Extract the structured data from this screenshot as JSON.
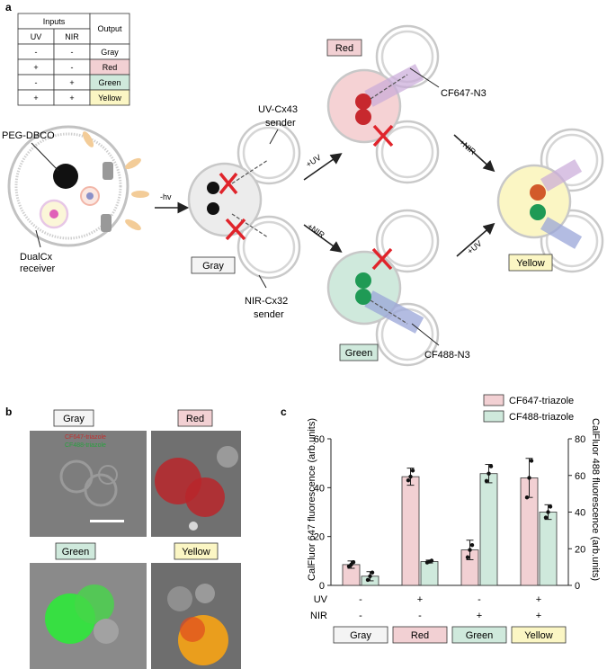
{
  "panels": {
    "a": "a",
    "b": "b",
    "c": "c"
  },
  "truth_table": {
    "header_inputs": "Inputs",
    "header_output": "Output",
    "col_uv": "UV",
    "col_nir": "NIR",
    "rows": [
      {
        "uv": "-",
        "nir": "-",
        "out": "Gray",
        "color": "#ffffff"
      },
      {
        "uv": "+",
        "nir": "-",
        "out": "Red",
        "color": "#f2d0d3"
      },
      {
        "uv": "-",
        "nir": "+",
        "out": "Green",
        "color": "#cfe9dc"
      },
      {
        "uv": "+",
        "nir": "+",
        "out": "Yellow",
        "color": "#fbf6c4"
      }
    ]
  },
  "schematic": {
    "peg_label": "PEG-DBCO",
    "receiver_label_1": "DualCx",
    "receiver_label_2": "receiver",
    "arrow_hv": "-hv",
    "uv_sender_1": "UV-Cx43",
    "uv_sender_2": "sender",
    "nir_sender_1": "NIR-Cx32",
    "nir_sender_2": "sender",
    "arrow_uv": "+UV",
    "arrow_nir": "+NIR",
    "arrow_nir2": "+NIR",
    "arrow_uv2": "+UV",
    "cf647": "CF647-N3",
    "cf488": "CF488-N3",
    "state_gray": "Gray",
    "state_red": "Red",
    "state_green": "Green",
    "state_yellow": "Yellow"
  },
  "micrographs": {
    "gray": "Gray",
    "red": "Red",
    "green": "Green",
    "yellow": "Yellow",
    "legend_1": "CF647-triazole",
    "legend_2": "CF488-triazole"
  },
  "colors": {
    "red_fill": "#f2d0d3",
    "green_fill": "#cfe9dc",
    "yellow_fill": "#fbf6c4",
    "cross": "#e0242b",
    "cf647_beam": "#c9a9d8",
    "cf488_beam": "#9aa6d8"
  },
  "chart_data": {
    "type": "bar",
    "categories": [
      "Gray",
      "Red",
      "Green",
      "Yellow"
    ],
    "uv_row_label": "UV",
    "nir_row_label": "NIR",
    "uv": [
      "-",
      "+",
      "-",
      "+"
    ],
    "nir": [
      "-",
      "-",
      "+",
      "+"
    ],
    "ylabel_left": "CalFluor 647 fluorescence (arb.units)",
    "ylabel_right": "CalFluor 488 fluorescence  (arb.units)",
    "ylim_left": [
      0,
      60
    ],
    "ylim_right": [
      0,
      80
    ],
    "yticks_left": [
      "0",
      "20",
      "40",
      "60"
    ],
    "yticks_right": [
      "0",
      "20",
      "40",
      "60",
      "80"
    ],
    "legend": "top-right",
    "series": [
      {
        "name": "CF647-triazole",
        "axis": "left",
        "color": "#f2d0d3",
        "values": [
          8.5,
          44.5,
          14.5,
          44
        ],
        "errors": [
          1.5,
          3.5,
          4,
          8
        ],
        "points": [
          [
            7.8,
            8.5,
            9.5
          ],
          [
            43,
            44.5,
            47
          ],
          [
            11.5,
            14.5,
            16.5
          ],
          [
            36,
            44,
            51
          ]
        ]
      },
      {
        "name": "CF488-triazole",
        "axis": "right",
        "color": "#cfe9dc",
        "values": [
          5,
          13,
          61,
          40
        ],
        "errors": [
          2.5,
          0.8,
          5,
          4
        ],
        "points": [
          [
            3,
            5,
            7
          ],
          [
            12.5,
            13,
            13.5
          ],
          [
            57,
            61,
            65
          ],
          [
            37,
            40,
            43
          ]
        ]
      }
    ]
  }
}
